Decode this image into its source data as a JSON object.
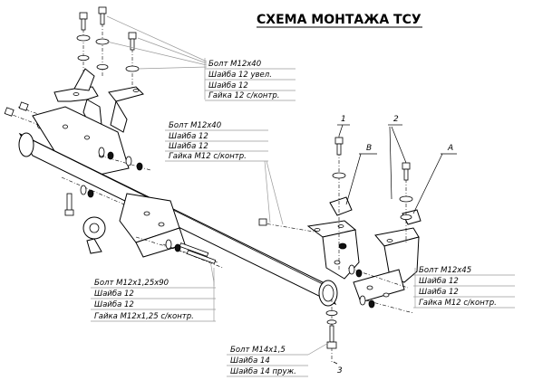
{
  "title": "СХЕМА МОНТАЖА ТСУ",
  "callouts": [
    {
      "id": "top-bracket",
      "lines": [
        "Болт М12х40",
        "Шайба 12 увел.",
        "Шайба 12",
        "Гайка 12 с/контр."
      ]
    },
    {
      "id": "middle-bracket",
      "lines": [
        "Болт М12х40",
        "Шайба 12",
        "Шайба 12",
        "Гайка М12 с/контр."
      ]
    },
    {
      "id": "hitch-ball",
      "lines": [
        "Болт М12х1,25х90",
        "Шайба 12",
        "Шайба 12",
        "Гайка М12х1,25 с/контр."
      ]
    },
    {
      "id": "right-bracket",
      "lines": [
        "Болт М12х45",
        "Шайба 12",
        "Шайба 12",
        "Гайка М12 с/контр."
      ]
    },
    {
      "id": "bottom-bolt",
      "lines": [
        "Болт М14х1,5",
        "Шайба 14",
        "Шайба 14 пруж."
      ]
    }
  ],
  "markers": {
    "one": "1",
    "two": "2",
    "three": "3",
    "a": "А",
    "b": "В"
  }
}
